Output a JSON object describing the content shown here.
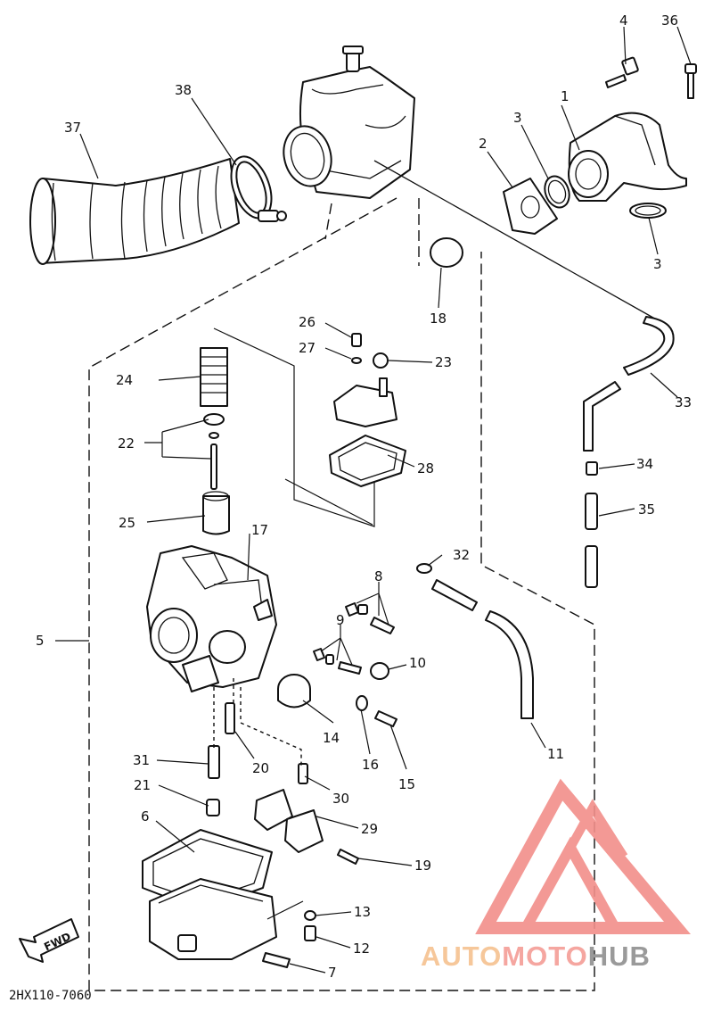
{
  "diagram": {
    "callouts": [
      {
        "id": "c1",
        "text": "1"
      },
      {
        "id": "c2",
        "text": "2"
      },
      {
        "id": "c3a",
        "text": "3"
      },
      {
        "id": "c3b",
        "text": "3"
      },
      {
        "id": "c4",
        "text": "4"
      },
      {
        "id": "c5",
        "text": "5"
      },
      {
        "id": "c6",
        "text": "6"
      },
      {
        "id": "c7",
        "text": "7"
      },
      {
        "id": "c8",
        "text": "8"
      },
      {
        "id": "c9",
        "text": "9"
      },
      {
        "id": "c10",
        "text": "10"
      },
      {
        "id": "c11",
        "text": "11"
      },
      {
        "id": "c12",
        "text": "12"
      },
      {
        "id": "c13",
        "text": "13"
      },
      {
        "id": "c14",
        "text": "14"
      },
      {
        "id": "c15",
        "text": "15"
      },
      {
        "id": "c16",
        "text": "16"
      },
      {
        "id": "c17",
        "text": "17"
      },
      {
        "id": "c18",
        "text": "18"
      },
      {
        "id": "c19",
        "text": "19"
      },
      {
        "id": "c20",
        "text": "20"
      },
      {
        "id": "c21",
        "text": "21"
      },
      {
        "id": "c22",
        "text": "22"
      },
      {
        "id": "c23",
        "text": "23"
      },
      {
        "id": "c24",
        "text": "24"
      },
      {
        "id": "c25",
        "text": "25"
      },
      {
        "id": "c26",
        "text": "26"
      },
      {
        "id": "c27",
        "text": "27"
      },
      {
        "id": "c28",
        "text": "28"
      },
      {
        "id": "c29",
        "text": "29"
      },
      {
        "id": "c30",
        "text": "30"
      },
      {
        "id": "c31",
        "text": "31"
      },
      {
        "id": "c32",
        "text": "32"
      },
      {
        "id": "c33",
        "text": "33"
      },
      {
        "id": "c34",
        "text": "34"
      },
      {
        "id": "c35",
        "text": "35"
      },
      {
        "id": "c36",
        "text": "36"
      },
      {
        "id": "c37",
        "text": "37"
      },
      {
        "id": "c38",
        "text": "38"
      }
    ],
    "drawing_code": "2HX110-7060",
    "fwd_arrow_label": "FWD"
  },
  "watermark": {
    "part1": "AUTO",
    "part2": "MOTO",
    "part3": "HUB",
    "colors": {
      "auto": "#f6c79a",
      "moto": "#f5a6a0",
      "hub": "#9a9a9a",
      "logo": "#f28f8a"
    }
  }
}
